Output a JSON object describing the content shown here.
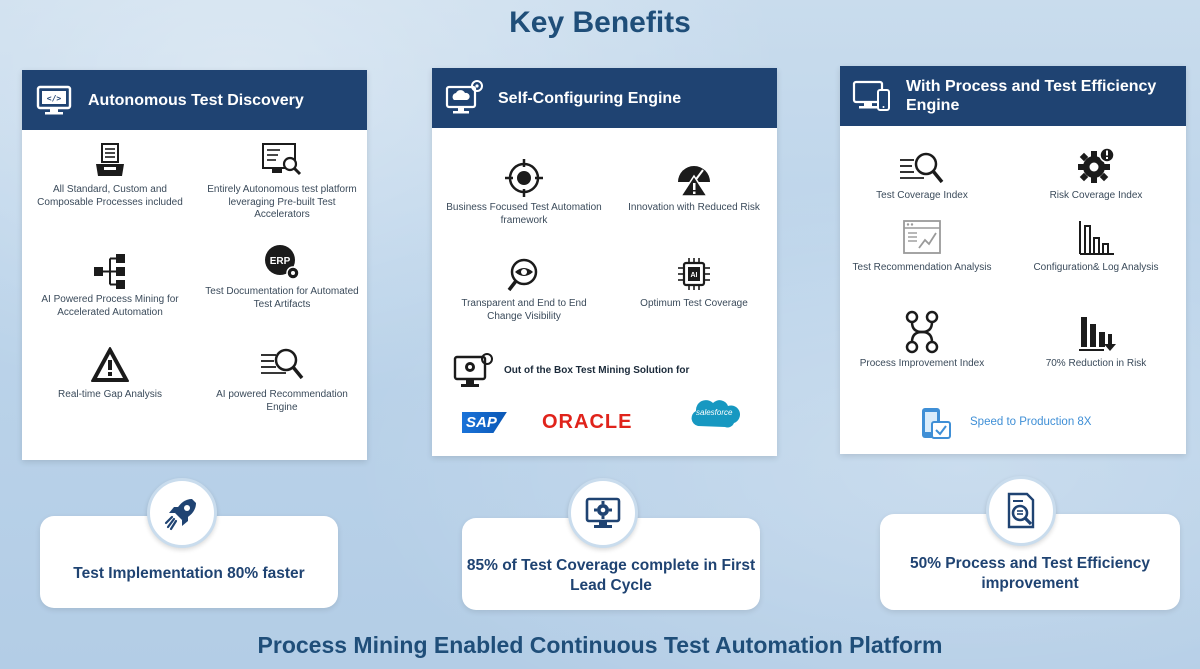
{
  "title": "Key Benefits",
  "footer_title": "Process Mining Enabled Continuous Test Automation Platform",
  "colors": {
    "header_bg": "#1f4372",
    "title": "#1f4e79",
    "oracle_red": "#e0231b",
    "sap_blue": "#1a73d9",
    "salesforce_blue": "#1798c1",
    "speed_text": "#3f8fd6"
  },
  "card1": {
    "title": "Autonomous Test Discovery",
    "header_icon": "code-monitor-icon",
    "features": [
      {
        "icon": "document-stack-icon",
        "label": "All Standard, Custom and Composable Processes included"
      },
      {
        "icon": "monitor-search-icon",
        "label": "Entirely Autonomous test platform leveraging Pre-built Test Accelerators"
      },
      {
        "icon": "process-flow-icon",
        "label": "AI Powered Process Mining for Accelerated Automation"
      },
      {
        "icon": "erp-gear-icon",
        "label": "Test Documentation for Automated Test Artifacts",
        "icon_text": "ERP"
      },
      {
        "icon": "warning-icon",
        "label": "Real-time Gap Analysis"
      },
      {
        "icon": "magnifier-lines-icon",
        "label": "AI powered Recommendation Engine"
      }
    ]
  },
  "card2": {
    "title": "Self-Configuring Engine",
    "header_icon": "cloud-monitor-gear-icon",
    "features": [
      {
        "icon": "target-icon",
        "label": "Business Focused Test Automation framework"
      },
      {
        "icon": "risk-gauge-icon",
        "label": "Innovation with Reduced Risk"
      },
      {
        "icon": "eye-magnifier-icon",
        "label": "Transparent and End to End Change Visibility"
      },
      {
        "icon": "ai-chip-icon",
        "label": "Optimum Test Coverage",
        "icon_text": "AI"
      }
    ],
    "ootb_label": "Out of the Box Test Mining Solution for",
    "logos": {
      "sap": "SAP",
      "oracle": "ORACLE",
      "salesforce": "salesforce"
    }
  },
  "card3": {
    "title": "With Process and Test Efficiency Engine",
    "header_icon": "devices-icon",
    "features": [
      {
        "icon": "lines-magnifier-icon",
        "label": "Test Coverage Index"
      },
      {
        "icon": "gear-alert-icon",
        "label": "Risk Coverage Index"
      },
      {
        "icon": "browser-chart-icon",
        "label": "Test Recommendation Analysis"
      },
      {
        "icon": "bar-chart-icon",
        "label": "Configuration& Log Analysis"
      },
      {
        "icon": "process-branch-icon",
        "label": "Process Improvement Index"
      },
      {
        "icon": "bar-down-icon",
        "label": "70% Reduction in Risk"
      }
    ],
    "speed_label": "Speed to Production 8X"
  },
  "pills": [
    {
      "icon": "rocket-icon",
      "label": "Test Implementation 80% faster"
    },
    {
      "icon": "monitor-gear-icon",
      "label": "85% of Test Coverage complete in First Lead Cycle"
    },
    {
      "icon": "document-magnifier-icon",
      "label": "50% Process and Test Efficiency improvement"
    }
  ]
}
